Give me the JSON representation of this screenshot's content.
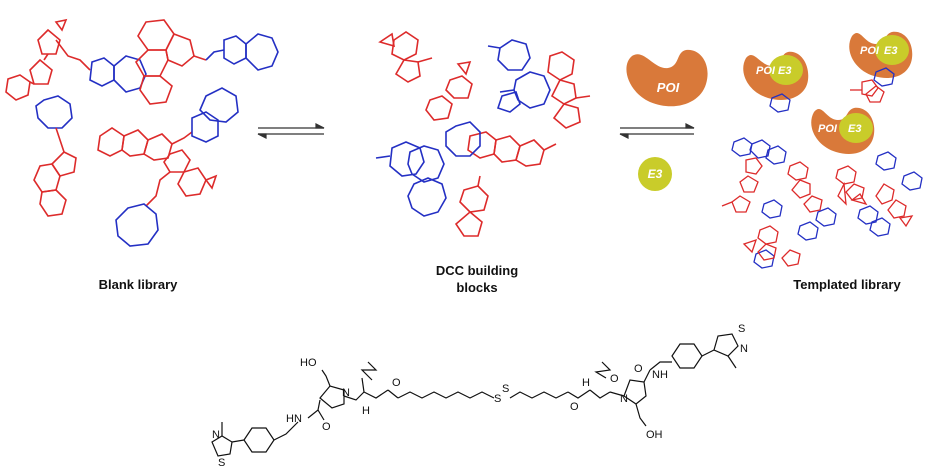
{
  "colors": {
    "fragment_red": "#dd2b2b",
    "fragment_blue": "#2430c4",
    "poi_orange": "#d9793a",
    "e3_yellow": "#c9cc2a",
    "structure_black": "#111111"
  },
  "labels": {
    "blank_library": "Blank library",
    "dcc_line1": "DCC building",
    "dcc_line2": "blocks",
    "templated_library": "Templated library"
  },
  "proteins": {
    "poi": "POI",
    "e3": "E3"
  },
  "molecule": {
    "atom_ho": "HO",
    "atom_oh": "OH",
    "atom_s": "S",
    "atom_n": "N",
    "atom_o": "O",
    "atom_hn": "HN",
    "atom_nh": "NH",
    "atom_h": "H"
  }
}
